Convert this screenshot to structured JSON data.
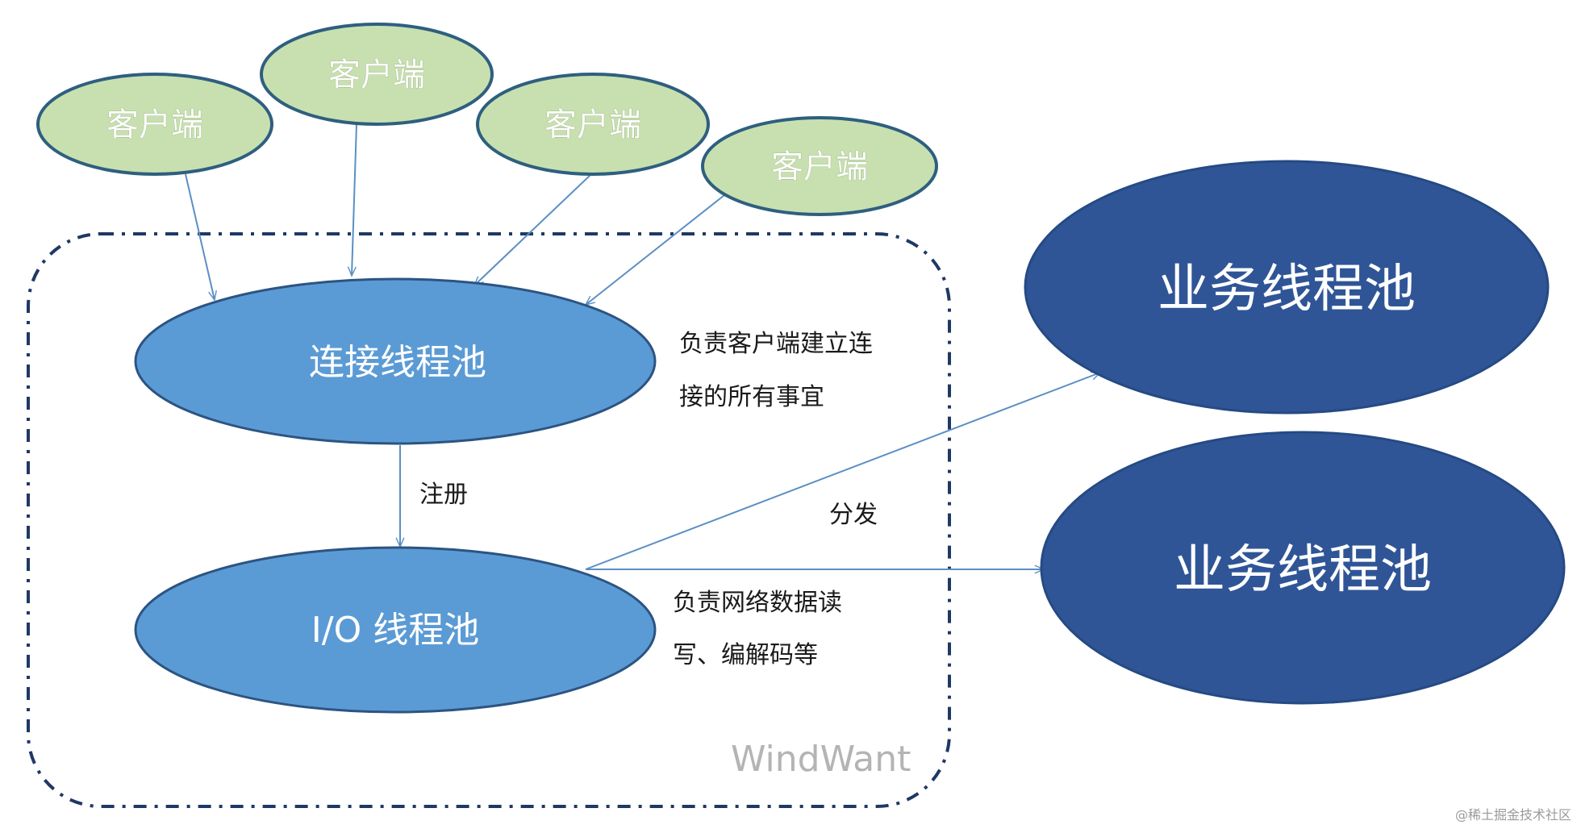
{
  "clients": [
    "客户端",
    "客户端",
    "客户端",
    "客户端"
  ],
  "pools": {
    "connection": "连接线程池",
    "io": "I/O 线程池",
    "business_1": "业务线程池",
    "business_2": "业务线程池"
  },
  "notes": {
    "connection_line1": "负责客户端建立连",
    "connection_line2": "接的所有事宜",
    "register": "注册",
    "dispatch": "分发",
    "io_line1": "负责网络数据读",
    "io_line2": "写、编解码等"
  },
  "watermark": "WindWant",
  "credit": "@稀土掘金技术社区",
  "colors": {
    "client_fill": "#c8e0b0",
    "client_stroke": "#2e5f7f",
    "pool_fill": "#5b9bd5",
    "pool_stroke": "#2c5482",
    "business_fill": "#2f5597",
    "business_stroke": "#254a84",
    "arrow": "#5b8fc4",
    "boundary": "#1f3864"
  }
}
